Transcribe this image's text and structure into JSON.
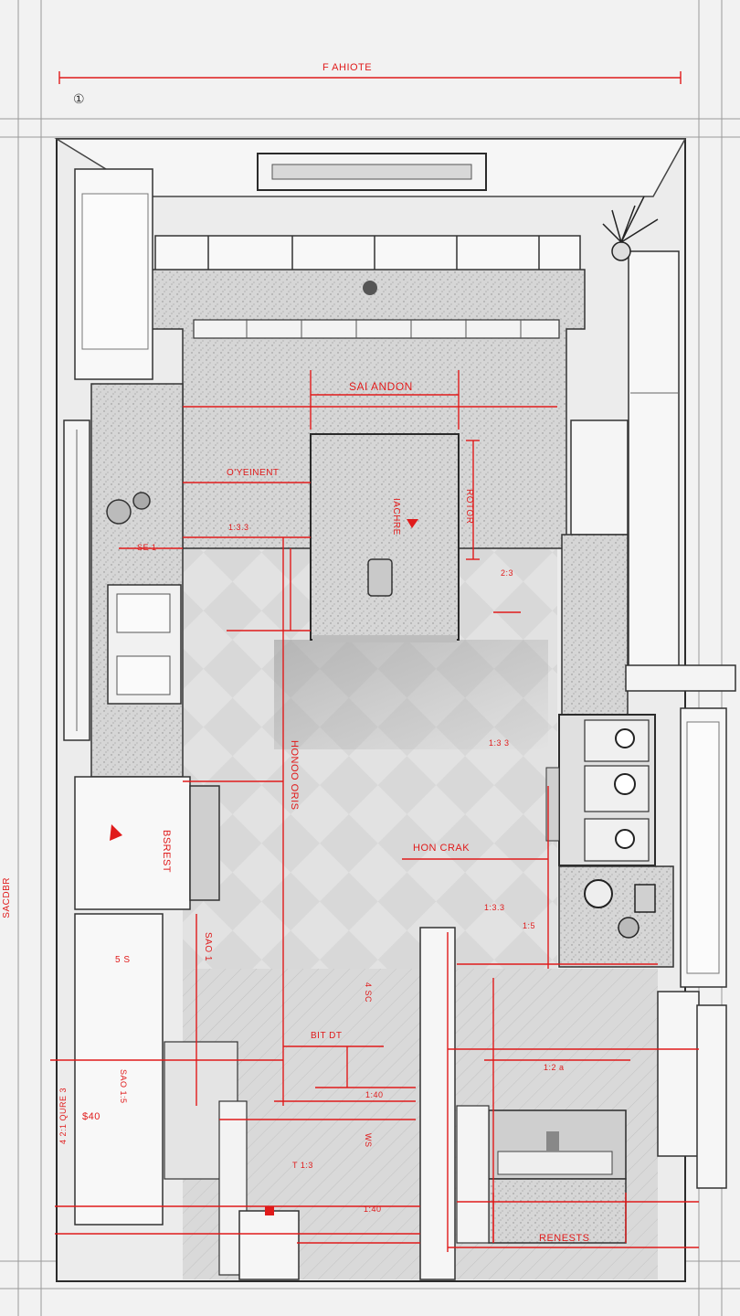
{
  "colors": {
    "paper": "#f2f2f2",
    "floor": "#dedede",
    "counter": "#d4d4d4",
    "cabinet": "#f7f7f7",
    "ink": "#2b2b2b",
    "dimension": "#e01b1b"
  },
  "icons": [
    "plant-icon",
    "faucet-icon",
    "burner-icon",
    "kettle-icon",
    "pot-icon",
    "blender-icon",
    "marker-icon"
  ],
  "labels": {
    "top_dimension": "F AHIOTE",
    "corner_mark": "①",
    "left_margin": "SACDBR",
    "island_width": "SAI ANDON",
    "island_height": "ROTOR",
    "island_marker": "IACHRE",
    "left_run": "O'YEINENT",
    "mark_a": "1:3.3",
    "mark_b": "SE 1",
    "mark_c": "2:3",
    "aisle": "HONOO ORIS",
    "hob_label": "HON CRAK",
    "pantry_label": "BSREST",
    "pantry_mark": "5 S",
    "pantry_mark2": "SAO 1",
    "floor_mark": "4 SC",
    "block_label": "BIT DT",
    "dim_1": "1:2 a",
    "dim_2": "1:40",
    "dim_3": "WS",
    "dim_4": "1:40",
    "side_label": "4 2:1 QURE 3",
    "side_value": "$40",
    "hob_mark": "1:3 3",
    "sink_dim": "RENESTS",
    "vert_note": "SAO 1:5",
    "misc_1": "1:3.3",
    "misc_2": "1:5",
    "misc_3": "T 1:3"
  }
}
